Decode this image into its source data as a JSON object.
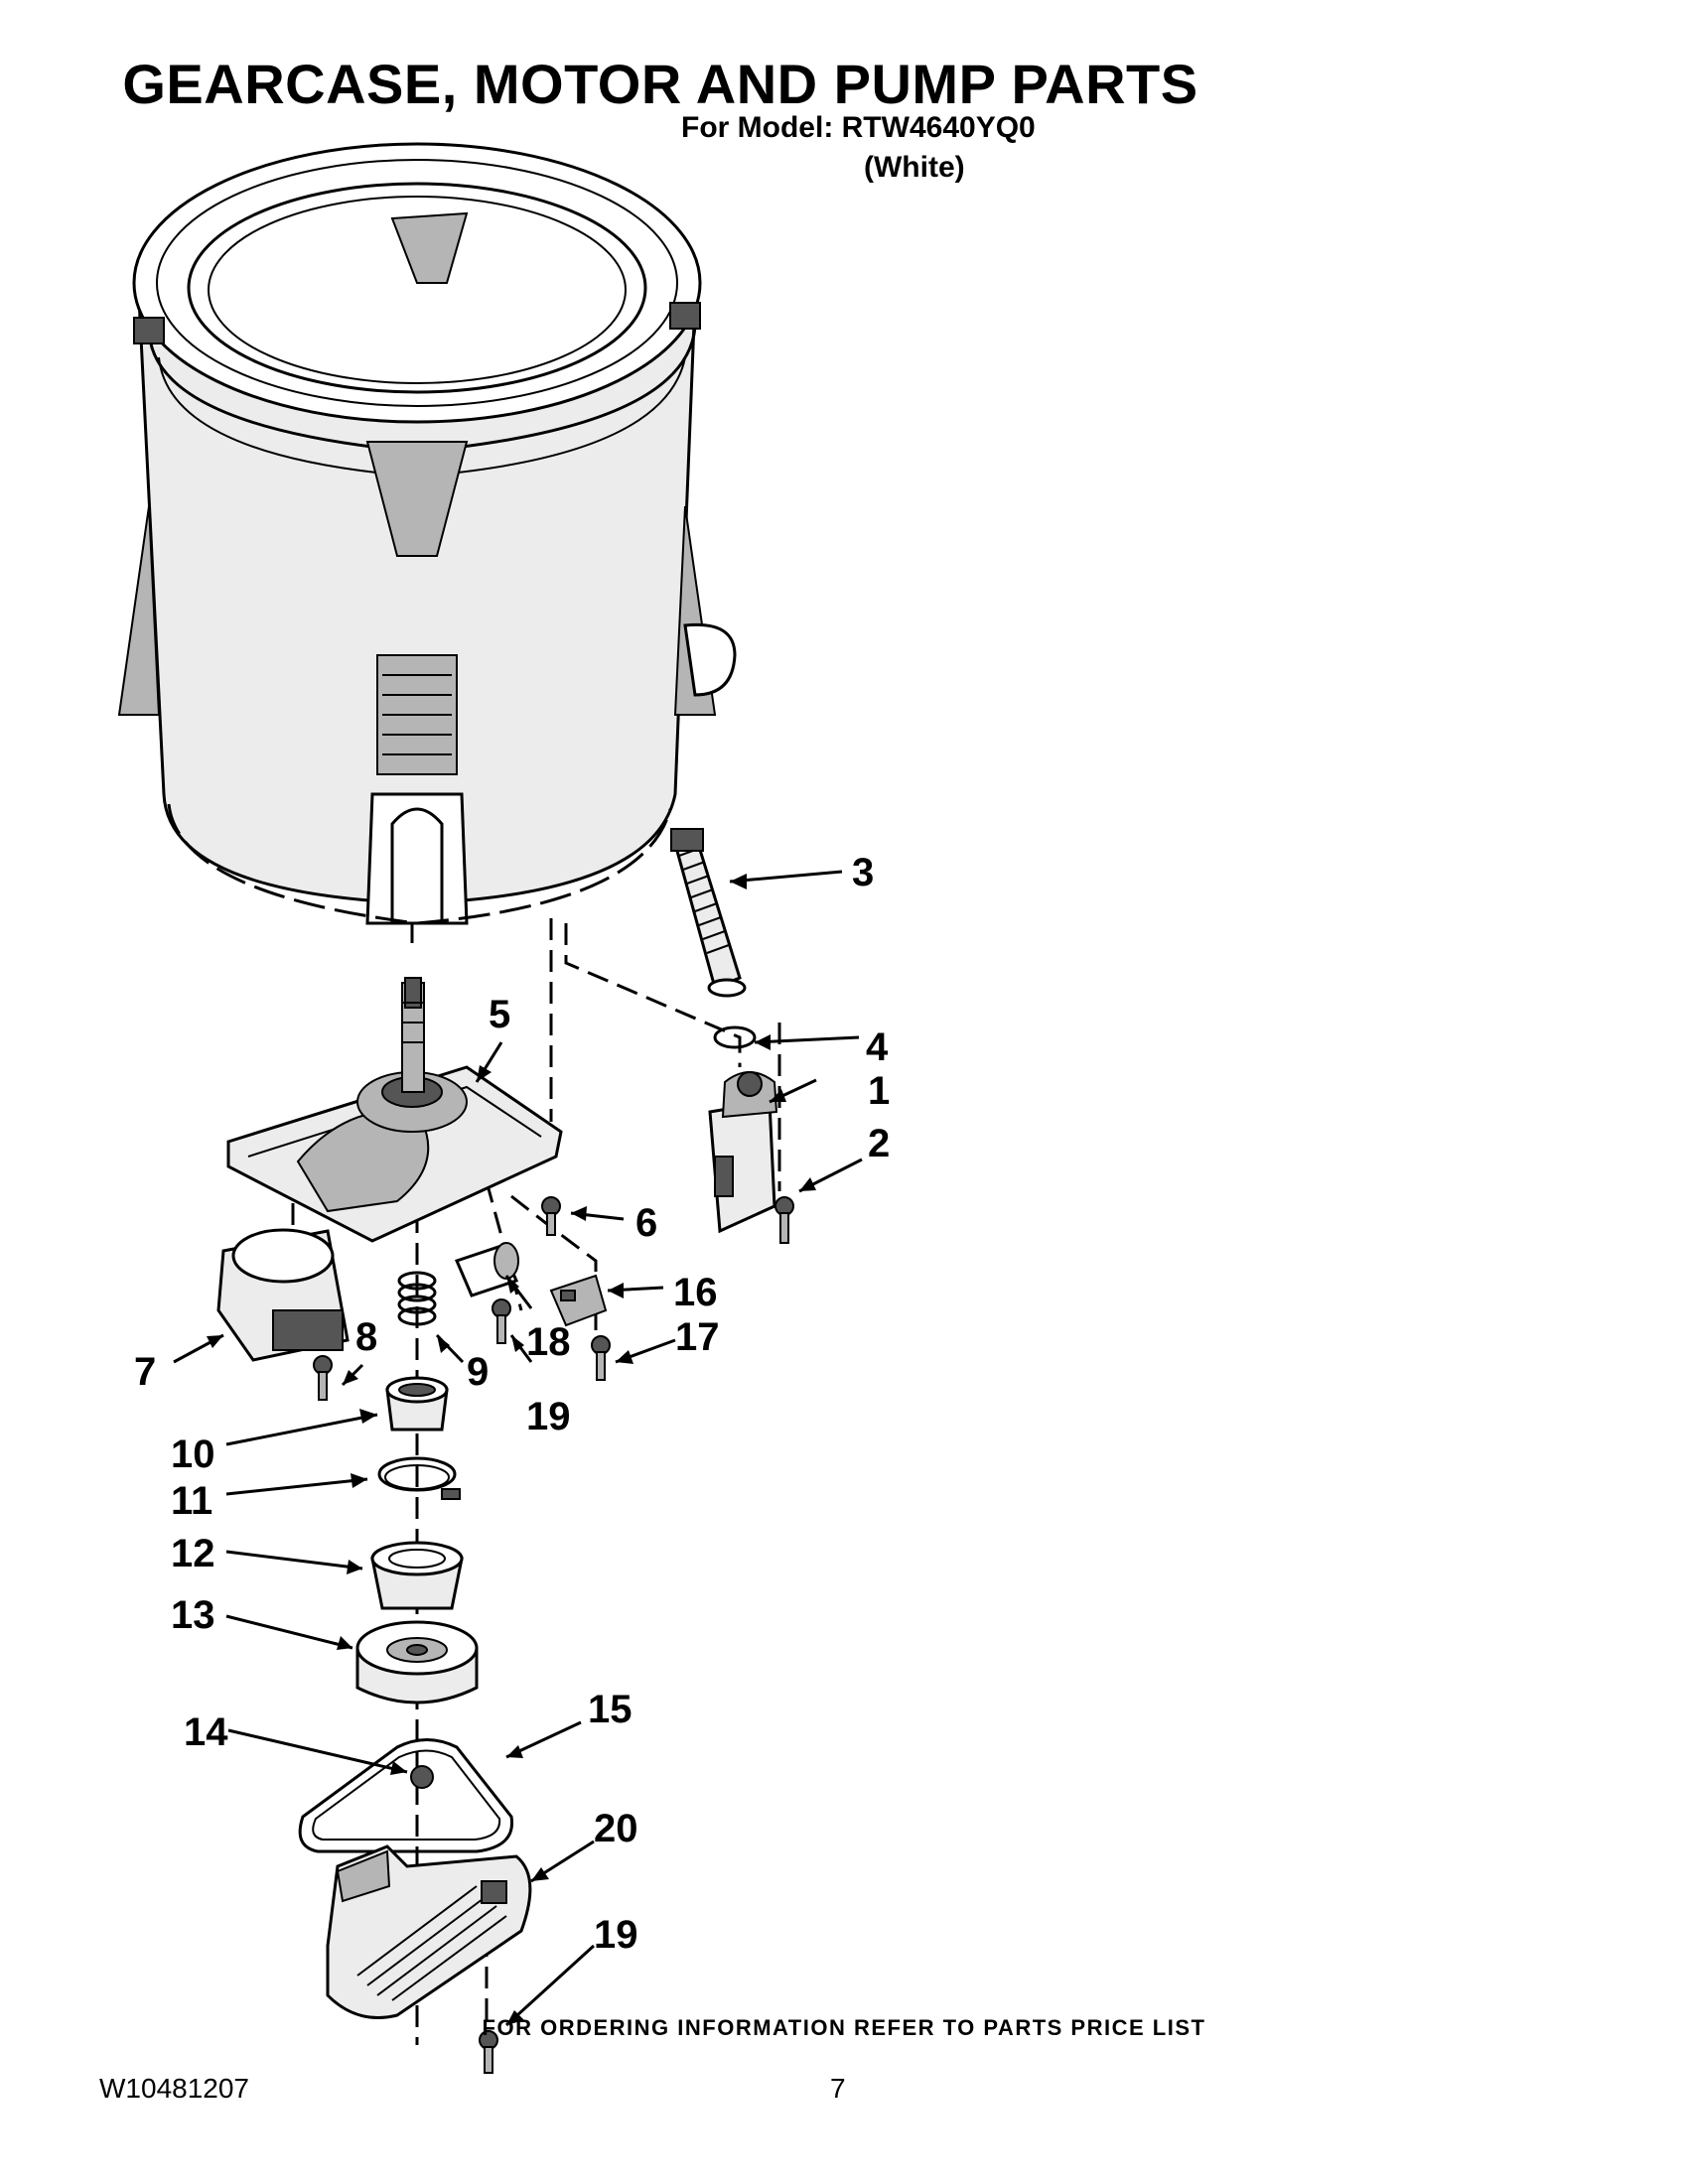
{
  "header": {
    "title": "GEARCASE, MOTOR AND PUMP PARTS",
    "model_line": "For Model: RTW4640YQ0",
    "color_line": "(White)"
  },
  "callouts": [
    "1",
    "2",
    "3",
    "4",
    "5",
    "6",
    "7",
    "8",
    "9",
    "10",
    "11",
    "12",
    "13",
    "14",
    "15",
    "16",
    "17",
    "18",
    "19",
    "19",
    "20"
  ],
  "footer": {
    "ordering_note": "FOR ORDERING INFORMATION REFER TO PARTS PRICE LIST",
    "document_number": "W10481207",
    "page_number": "7"
  }
}
